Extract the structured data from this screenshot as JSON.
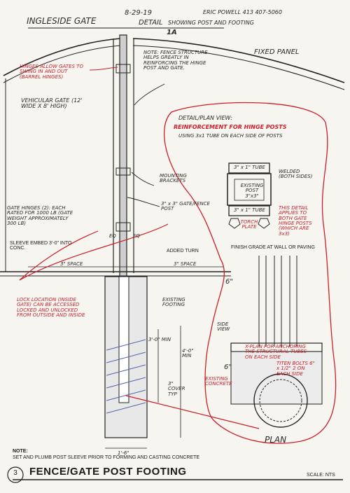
{
  "header": {
    "project": "INGLESIDE GATE",
    "date": "8-29-19",
    "detail": "DETAIL",
    "detail_desc": "SHOWING POST AND FOOTING",
    "detail_id": "1A",
    "contact": "ERIC POWELL 413 407-5060"
  },
  "labels": {
    "hinges": "HINGES ALLOW GATES TO SWING IN AND OUT (BARREL HINGES)",
    "vehicular_gate": "VEHICULAR GATE (12' WIDE X 8' HIGH)",
    "note_fence": "NOTE: FENCE STRUCTURE HELPS GREATLY IN REINFORCING THE HINGE POST AND GATE.",
    "fixed_panel": "FIXED PANEL",
    "detail_plan_view": "DETAIL/PLAN VIEW:",
    "reinforcement": "REINFORCEMENT FOR HINGE POSTS",
    "using_tube": "USING 3x1 TUBE ON EACH SIDE OF POSTS",
    "tube_top": "3\" x 1\" TUBE",
    "existing_post": "EXISTING POST 3\"x3\"",
    "welded": "WELDED (BOTH SIDES)",
    "tube_bottom": "3\" x 1\" TUBE",
    "torch_plate": "TORCH PLATE",
    "mounting_brackets": "MOUNTING BRACKETS",
    "gate_fence_post": "3\" x 3\" GATE/FENCE POST",
    "this_detail": "THIS DETAIL APPLIES TO BOTH GATE HINGE POSTS (WHICH ARE 3x3)",
    "gate_hinges": "GATE HINGES (2): EACH RATED FOR 1000 LB (GATE WEIGHT APPROXIMATELY 300 LB)",
    "eq_left": "EQ",
    "eq_right": "EQ",
    "sleeve_embed": "SLEEVE EMBED 3'-0\" INTO CONC.",
    "added_turn": "ADDED TURN",
    "finish_grade": "FINISH GRADE AT WALL OR PAVING",
    "space_left": "3\" SPACE",
    "space_right": "3\" SPACE",
    "six_in": "6\"",
    "lock_location": "LOCK LOCATION (INSIDE GATE) CAN BE ACCESSED LOCKED AND UNLOCKED FROM OUTSIDE AND INSIDE",
    "existing_footing": "EXISTING FOOTING",
    "three_min": "3'-0\" MIN",
    "four_min": "4'-0\" MIN",
    "cover": "3\" COVER TYP",
    "side_view": "SIDE VIEW",
    "anchoring": "X-PLAN FOR ANCHORING THE STRUCTURAL TUBES ON EACH SIDE",
    "titen_bolts": "TITEN BOLTS 6\" x 1/2\" 2 ON EACH SIDE",
    "existing_concrete": "EXISTING CONCRETE",
    "six_in_b": "6\"",
    "dim_bottom": "1'-6\"",
    "plan": "PLAN",
    "note_title": "NOTE:",
    "note_text": "SET AND PLUMB POST SLEEVE PRIOR TO FORMING AND CASTING CONCRETE",
    "sheet_number": "3",
    "title": "FENCE/GATE POST FOOTING",
    "scale": "SCALE: NTS"
  },
  "colors": {
    "ink": "#1a1a1a",
    "redline": "#cc1f2a",
    "paper": "#f7f5ef"
  }
}
